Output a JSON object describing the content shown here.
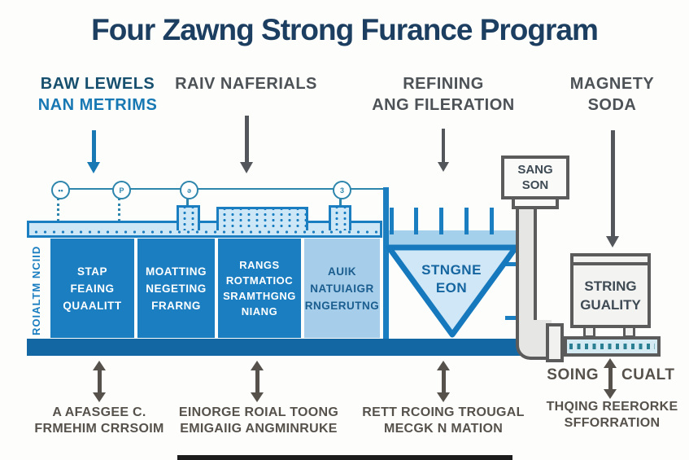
{
  "title": "Four Zawng Strong Furance Program",
  "top_labels": [
    {
      "line1": "BAW LEWELS",
      "line2": "NAN METRIMS"
    },
    {
      "line1": "RAIV NAFERIALS",
      "line2": ""
    },
    {
      "line1": "REFINING",
      "line2": "ANG FILERATION"
    },
    {
      "line1": "MAGNETY",
      "line2": "SODA"
    }
  ],
  "timeline": {
    "node_glyphs": [
      "••",
      "P",
      "ə",
      "3"
    ]
  },
  "feeder": {
    "side_label": "ROIALTM NCIID"
  },
  "process_boxes": [
    {
      "label": "STAP\nFEAING\nQUAALITT"
    },
    {
      "label": "MOATTING\nNEGETING\nFRARNG"
    },
    {
      "label": "RANGS\nROTMATIOC\nSRAMTHGNG\nNIANG"
    },
    {
      "label": "AUIK\nNATUIAIGR\nRNGERUTNG"
    }
  ],
  "funnel": {
    "label": "STNGNE\nEON"
  },
  "sensor_box": {
    "label": "SANG\nSON"
  },
  "quality_box": {
    "label": "STRING\nGUALITY"
  },
  "flow_labels": {
    "left": "SOING",
    "right": "CUALT"
  },
  "bottom_labels": [
    {
      "label": "A AFASGEE C.\nFRMEHIM CRRSOIM"
    },
    {
      "label": "EINORGE ROIAL TOONG\nEMIGAIIG ANGMINRUKE"
    },
    {
      "label": "RETT RCOING TROUGAL\nMECGK N MATION"
    },
    {
      "label": "THQING REERORKE\nSFFORRATION"
    }
  ],
  "colors": {
    "title_navy": "#1c3e60",
    "label_navy": "#17506f",
    "label_blue": "#1878b3",
    "label_gray": "#4d5257",
    "primary_blue": "#1b7ec1",
    "pale_blue": "#cde7f7",
    "light_blue_box": "#a6cde9",
    "band_blue": "#a5d0ec",
    "base_blue": "#1368a4",
    "steel_gray": "#5b5b5b",
    "warm_gray": "#56514b",
    "belt_teal": "#2b7f92"
  }
}
